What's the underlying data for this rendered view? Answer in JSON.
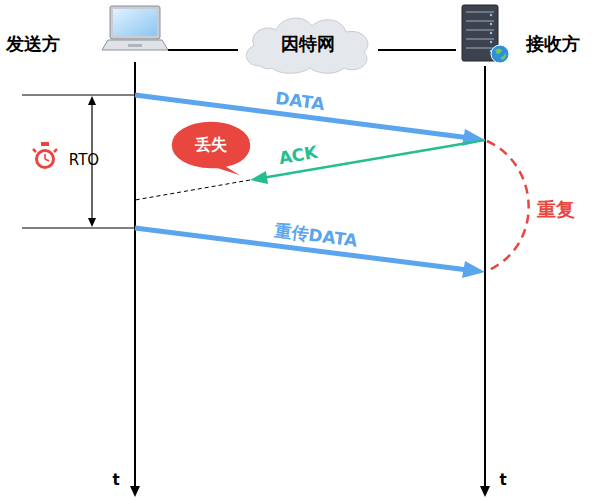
{
  "diagram": {
    "nodes": [
      {
        "text": [
          "发送方"
        ]
      },
      {
        "text": [
          "因特网"
        ]
      },
      {
        "text": [
          "接收方"
        ]
      },
      {
        "text": [
          "丢失"
        ]
      }
    ],
    "edges": [
      {
        "from": 0,
        "to": 1,
        "arrow": "none"
      },
      {
        "from": 1,
        "to": 2,
        "arrow": "none"
      }
    ],
    "labels": [
      "RTO",
      "DATA",
      "ACK",
      "重传DATA",
      "重复",
      "t",
      "t"
    ]
  }
}
